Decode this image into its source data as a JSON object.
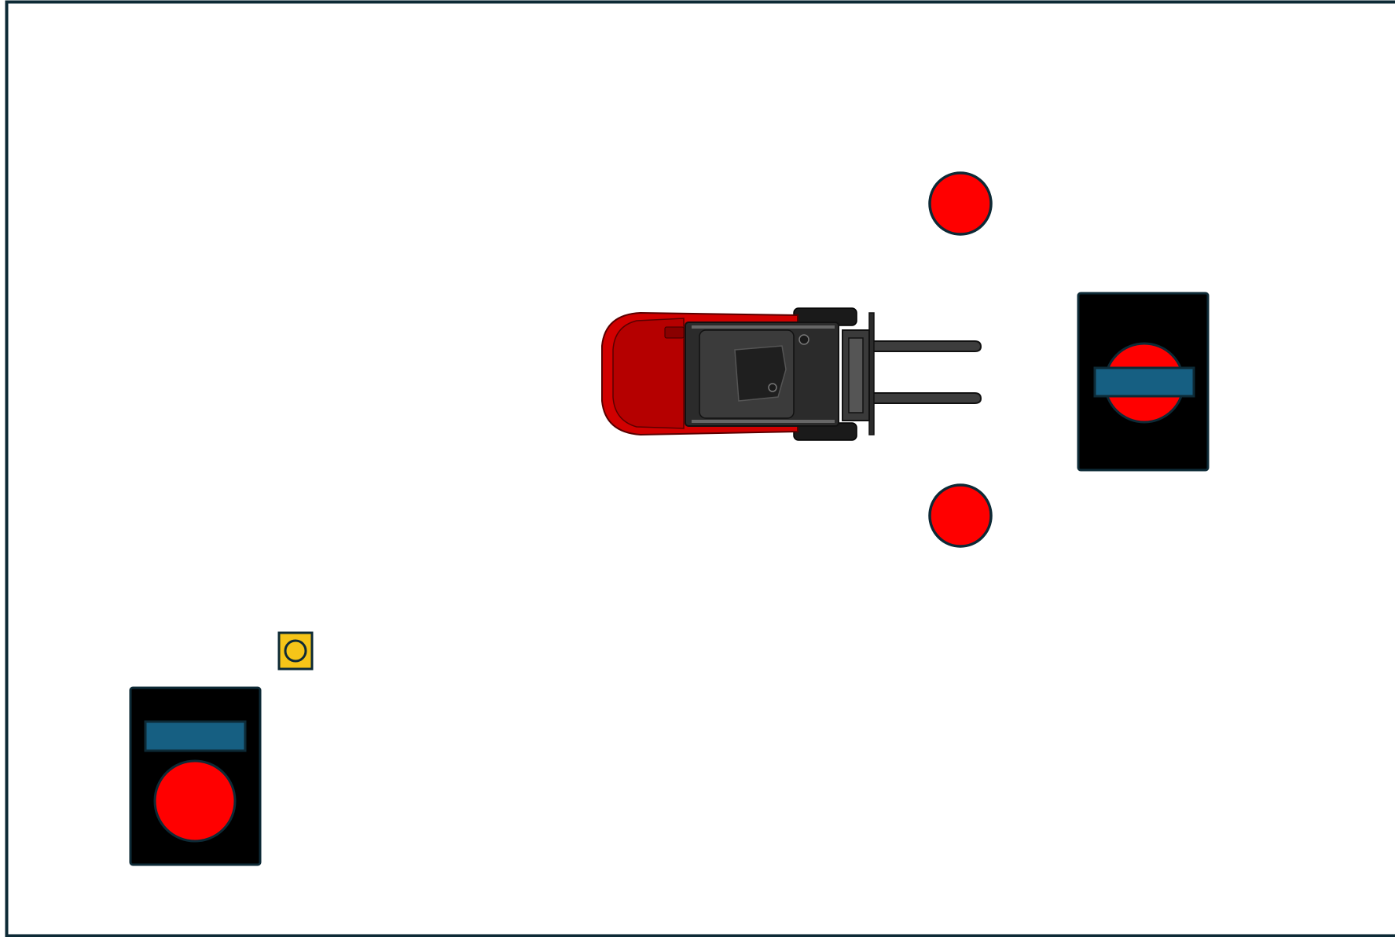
{
  "scene": {
    "type": "forklift-simulation-top-down",
    "colors": {
      "background": "#ffffff",
      "arena_border": "#0d2a36",
      "obstacle_red": "#ff0000",
      "obstacle_outline": "#0d2a36",
      "station_black": "#000000",
      "pallet_blue": "#165f82",
      "marker_yellow": "#f5c518",
      "forklift_body": "#d10000",
      "forklift_cab": "#2b2b2b"
    },
    "icons": {
      "forklift": "forklift-icon",
      "obstacle": "red-circle-obstacle",
      "station": "pallet-station",
      "marker": "yellow-target-marker"
    },
    "forklift": {
      "heading": "east",
      "carrying_load": false
    },
    "obstacles_count": 2,
    "stations": [
      {
        "id": "right-station",
        "pallet_position": "middle"
      },
      {
        "id": "left-station",
        "pallet_position": "top"
      }
    ]
  }
}
